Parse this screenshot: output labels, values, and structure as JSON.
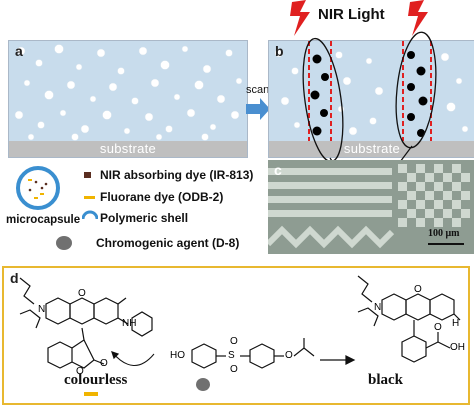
{
  "panels": {
    "a": "a",
    "b": "b",
    "c": "c",
    "d": "d"
  },
  "substrate_label": "substrate",
  "scanning_label": "scanning",
  "nir_light_label": "NIR Light",
  "scale_bar": "100 μm",
  "legend": {
    "microcapsule": "microcapsule",
    "items": [
      {
        "label": "NIR absorbing dye (IR-813)",
        "color": "#5a2e20"
      },
      {
        "label": "Fluorane dye (ODB-2)",
        "color": "#f0b400"
      },
      {
        "label": "Polymeric shell",
        "color": "#3a8fd0"
      },
      {
        "label": "Chromogenic agent (D-8)",
        "color": "#707070"
      }
    ]
  },
  "reaction": {
    "left_label": "colourless",
    "right_label": "black",
    "left_marker_color": "#f0b400",
    "middle_marker_color": "#707070",
    "atoms": {
      "n": "N",
      "o": "O",
      "h": "H",
      "ho": "HO",
      "s": "S",
      "nh": "NH",
      "oh": "OH"
    }
  },
  "colors": {
    "laser": "#e02020",
    "panel_bg": "#c8dcec",
    "frame_d": "#e8b830",
    "arrow": "#4a8fd0"
  }
}
